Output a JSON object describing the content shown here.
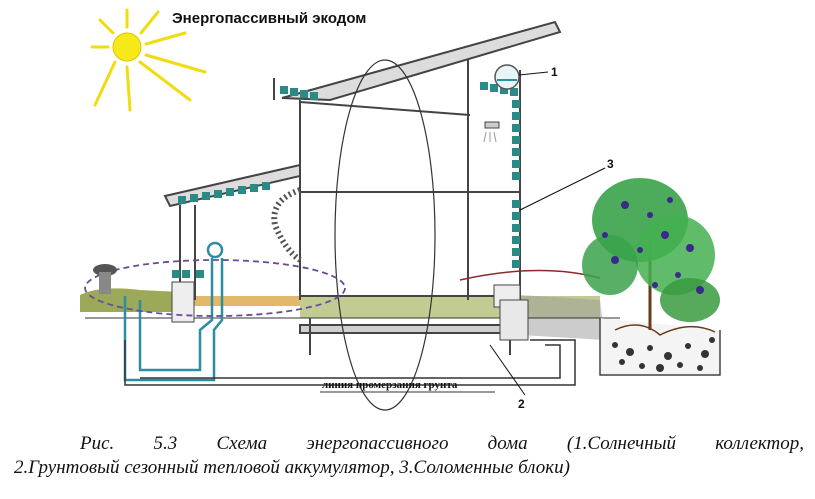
{
  "diagram": {
    "title": "Энергопассивный экодом",
    "callouts": [
      "1",
      "2",
      "3"
    ],
    "frost_line_label": "линия промерзания грунта",
    "colors": {
      "sun": "#f7e81a",
      "wall_blocks": "#2c8a86",
      "pipe": "#2b8fa0",
      "earth_band": "#8a9a3c",
      "heat_loop": "#6a4a9a",
      "foliage": "#3aa24a",
      "berries": "#3a2a8a"
    },
    "icons": [
      "sun-icon",
      "solar-collector-icon",
      "shower-icon",
      "tree-icon",
      "well-icon"
    ]
  },
  "caption": {
    "line1": "Рис.  5.3  Схема  энергопассивного  дома  (1.Солнечный  коллектор,",
    "line2": "2.Грунтовый сезонный тепловой аккумулятор, 3.Соломенные блоки)"
  }
}
